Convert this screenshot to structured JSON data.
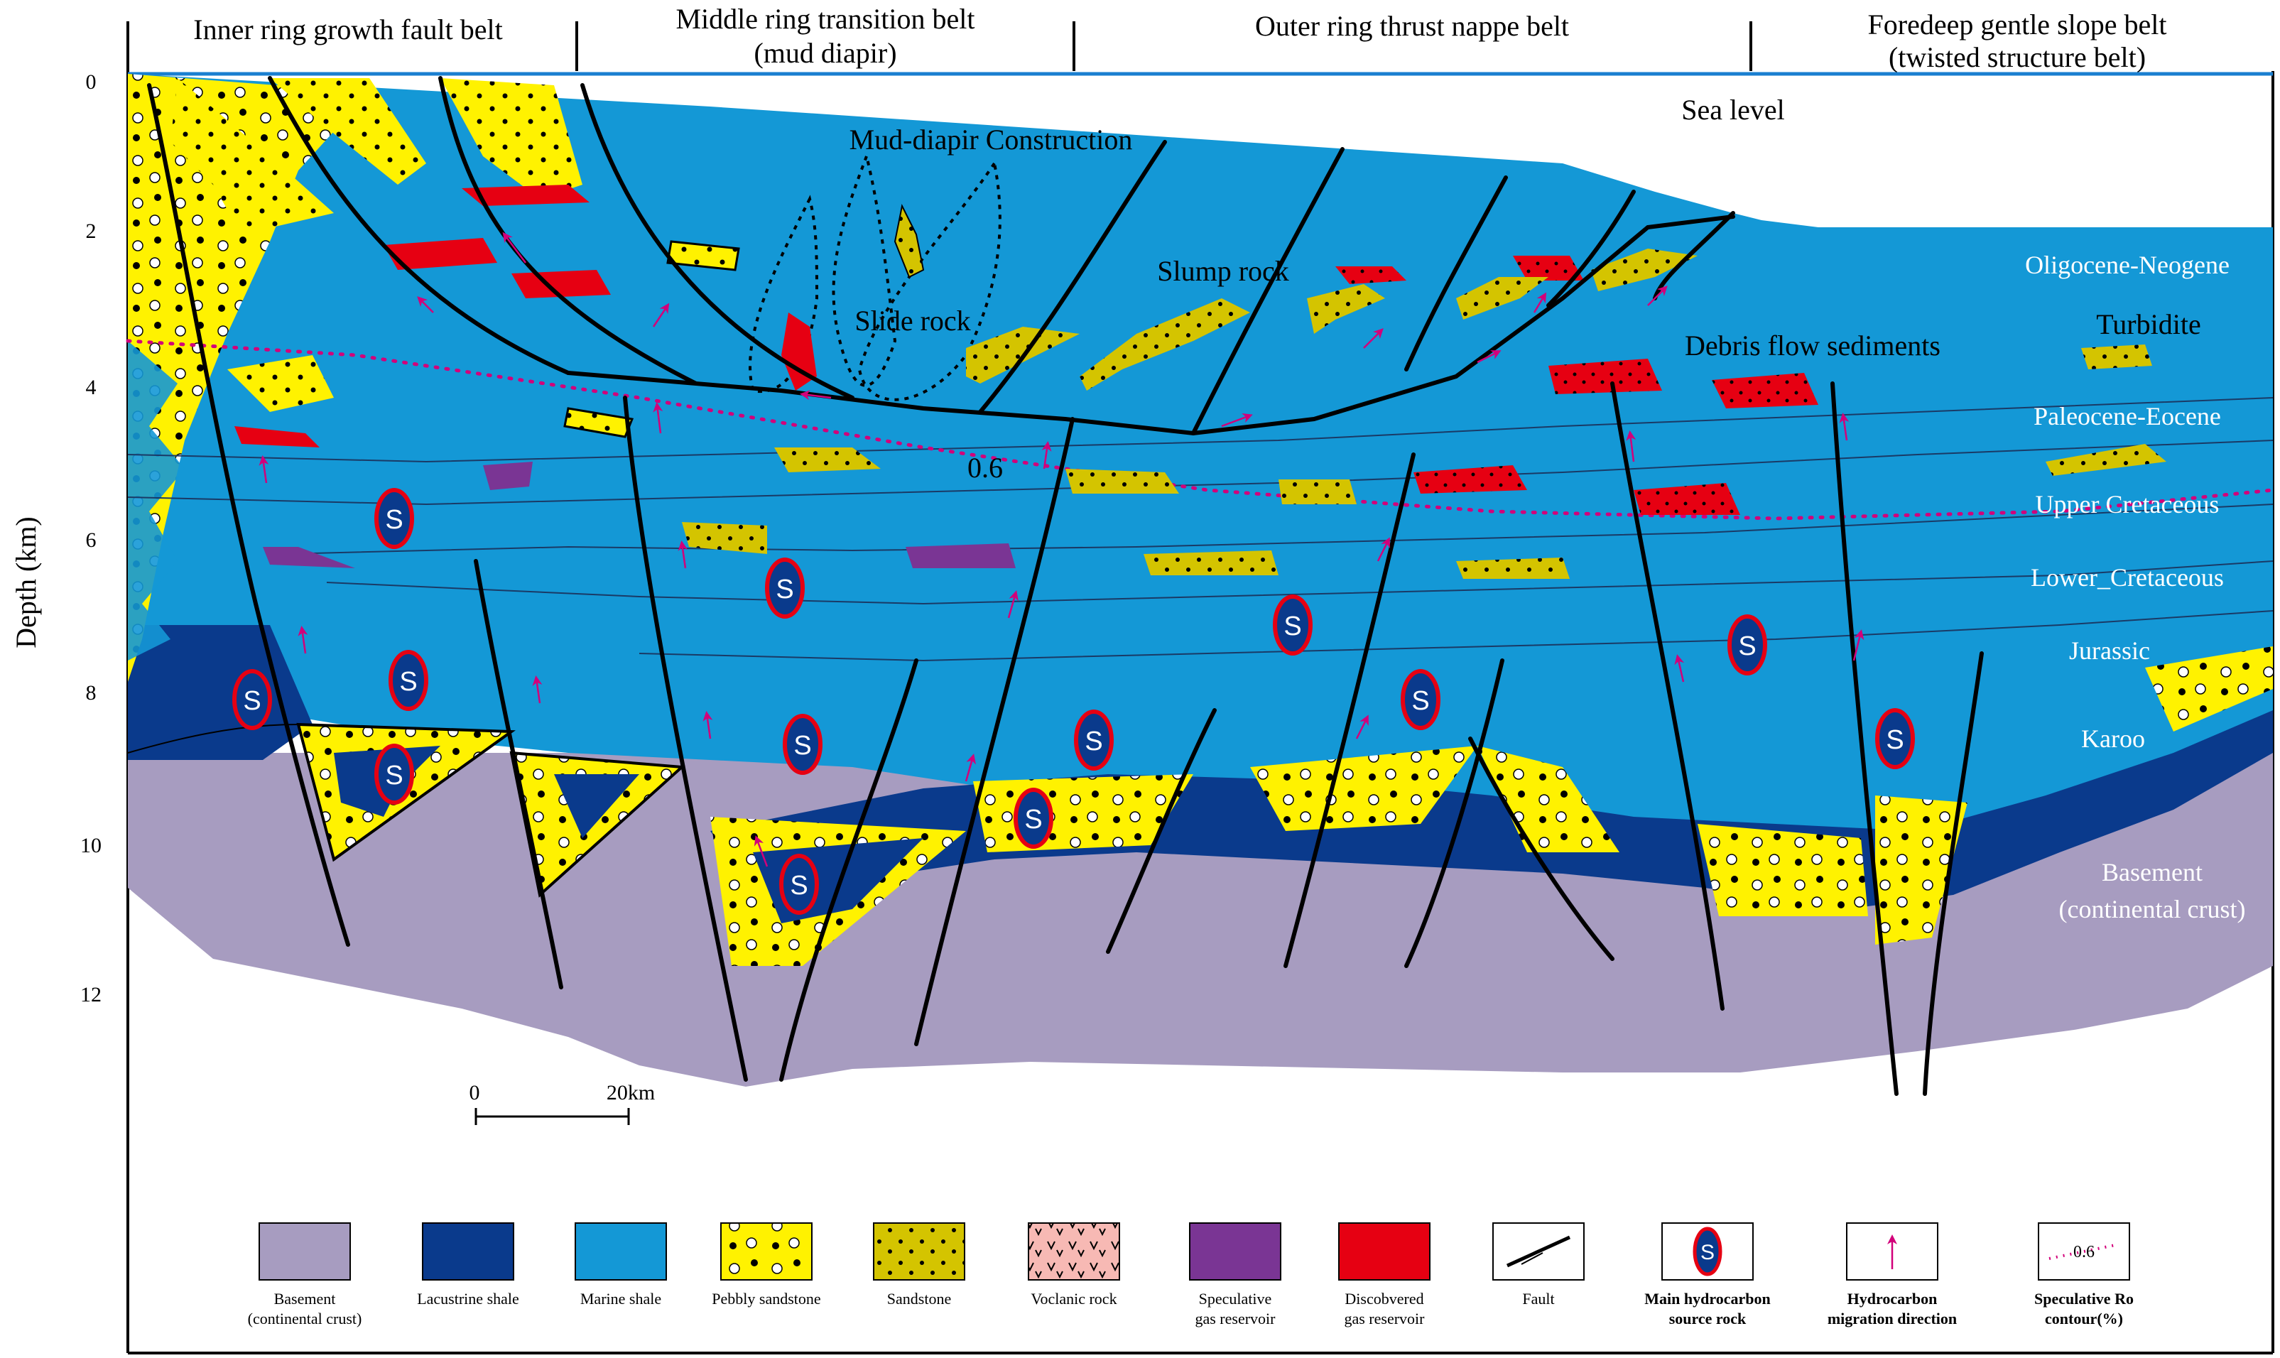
{
  "belts": [
    {
      "label_line1": "Inner  ring  growth  fault  belt",
      "label_line2": ""
    },
    {
      "label_line1": "Middle  ring transition belt",
      "label_line2": "(mud diapir)"
    },
    {
      "label_line1": "Outer ring  thrust  nappe  belt",
      "label_line2": ""
    },
    {
      "label_line1": "Foredeep  gentle  slope belt",
      "label_line2": "(twisted structure belt)"
    }
  ],
  "axis": {
    "ylabel": "Depth (km)",
    "ticks": [
      "0",
      "2",
      "4",
      "6",
      "8",
      "10",
      "12"
    ]
  },
  "scale_bar": {
    "start": "0",
    "end": "20km"
  },
  "annotations": {
    "sea_level": "Sea level",
    "mud_diapir": "Mud-diapir Construction",
    "slide_rock": "Slide rock",
    "slump_rock": "Slump rock",
    "debris_flow": "Debris flow  sediments",
    "turbidite": "Turbidite",
    "ro_contour": "0.6",
    "source_symbol": "S"
  },
  "strata_labels": [
    "Oligocene-Neogene",
    "Paleocene-Eocene",
    "Upper  Cretaceous",
    "Lower_Cretaceous",
    "Jurassic",
    "Karoo",
    "Basement",
    "(continental crust)"
  ],
  "legend": [
    {
      "id": "basement",
      "line1": "Basement",
      "line2": "(continental crust)",
      "color": "#a79cc0"
    },
    {
      "id": "lacustrine",
      "line1": "Lacustrine shale",
      "line2": "",
      "color": "#0a3a8c"
    },
    {
      "id": "marine",
      "line1": "Marine shale",
      "line2": "",
      "color": "#1498d6"
    },
    {
      "id": "pebbly",
      "line1": "Pebbly sandstone",
      "line2": "",
      "color": "#fff200"
    },
    {
      "id": "sandstone",
      "line1": "Sandstone",
      "line2": "",
      "color": "#d4c400"
    },
    {
      "id": "volcanic",
      "line1": "Voclanic rock",
      "line2": "",
      "color": "#f7b9b4"
    },
    {
      "id": "spec_gas",
      "line1": "Speculative",
      "line2": "gas reservoir",
      "color": "#7a3594"
    },
    {
      "id": "disc_gas",
      "line1": "Discobvered",
      "line2": "gas reservoir",
      "color": "#e60012"
    },
    {
      "id": "fault",
      "line1": "Fault",
      "line2": "",
      "color": "#000000"
    },
    {
      "id": "source",
      "line1": "Main  hydrocarbon",
      "line2": "source rock",
      "color": "#0a3a8c"
    },
    {
      "id": "migration",
      "line1": "Hydrocarbon",
      "line2": "migration  direction",
      "color": "#d2007a"
    },
    {
      "id": "ro",
      "line1": "Speculative  Ro",
      "line2": "contour(%)",
      "color": "#d2007a"
    }
  ],
  "colors": {
    "marine": "#1498d6",
    "lacustrine": "#0a3a8c",
    "pebbly": "#fff200",
    "sandstone": "#d4c400",
    "basement": "#a79cc0",
    "discovered": "#e60012",
    "speculative": "#7a3594",
    "migration": "#d2007a",
    "sea_line": "#1a7fd0"
  }
}
